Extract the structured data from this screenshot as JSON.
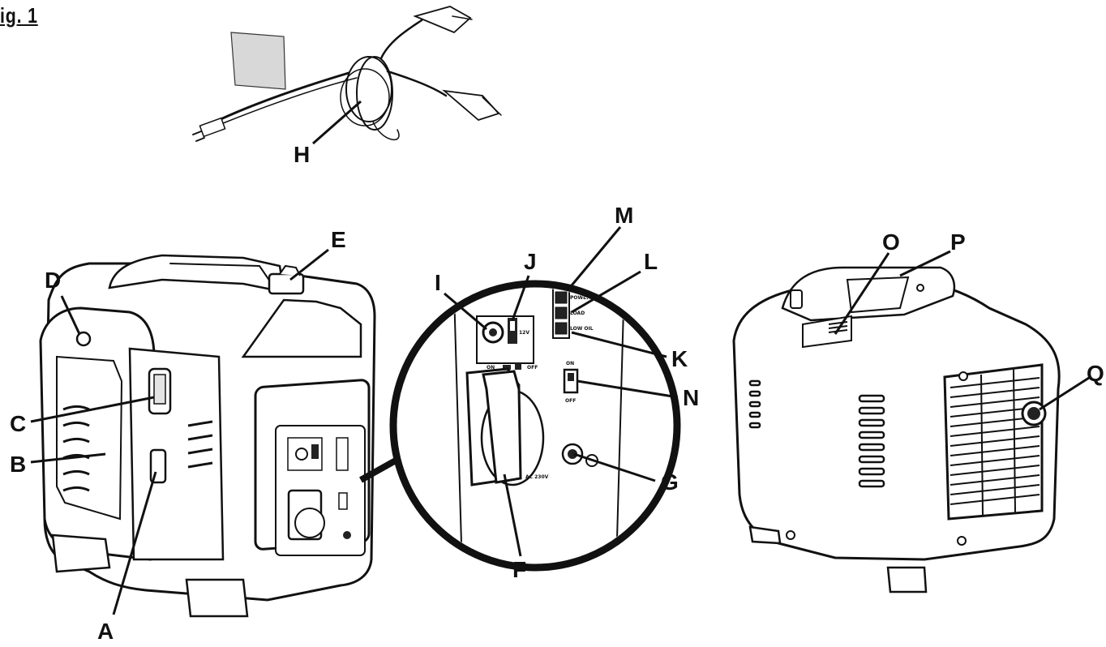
{
  "figure": {
    "title": "ig. 1"
  },
  "callouts": {
    "A": "A",
    "B": "B",
    "C": "C",
    "D": "D",
    "E": "E",
    "F": "F",
    "G": "G",
    "H": "H",
    "I": "I",
    "J": "J",
    "K": "K",
    "L": "L",
    "M": "M",
    "N": "N",
    "O": "O",
    "P": "P",
    "Q": "Q"
  },
  "panel_text": {
    "power": "POWER",
    "load": "LOAD",
    "low_oil": "LOW OIL",
    "dc_12v": "12V",
    "on": "ON",
    "off": "OFF",
    "ac": "AC 230V"
  },
  "colors": {
    "line": "#111111",
    "fill_light": "#e4e4e4",
    "fill_dark": "#222222"
  }
}
